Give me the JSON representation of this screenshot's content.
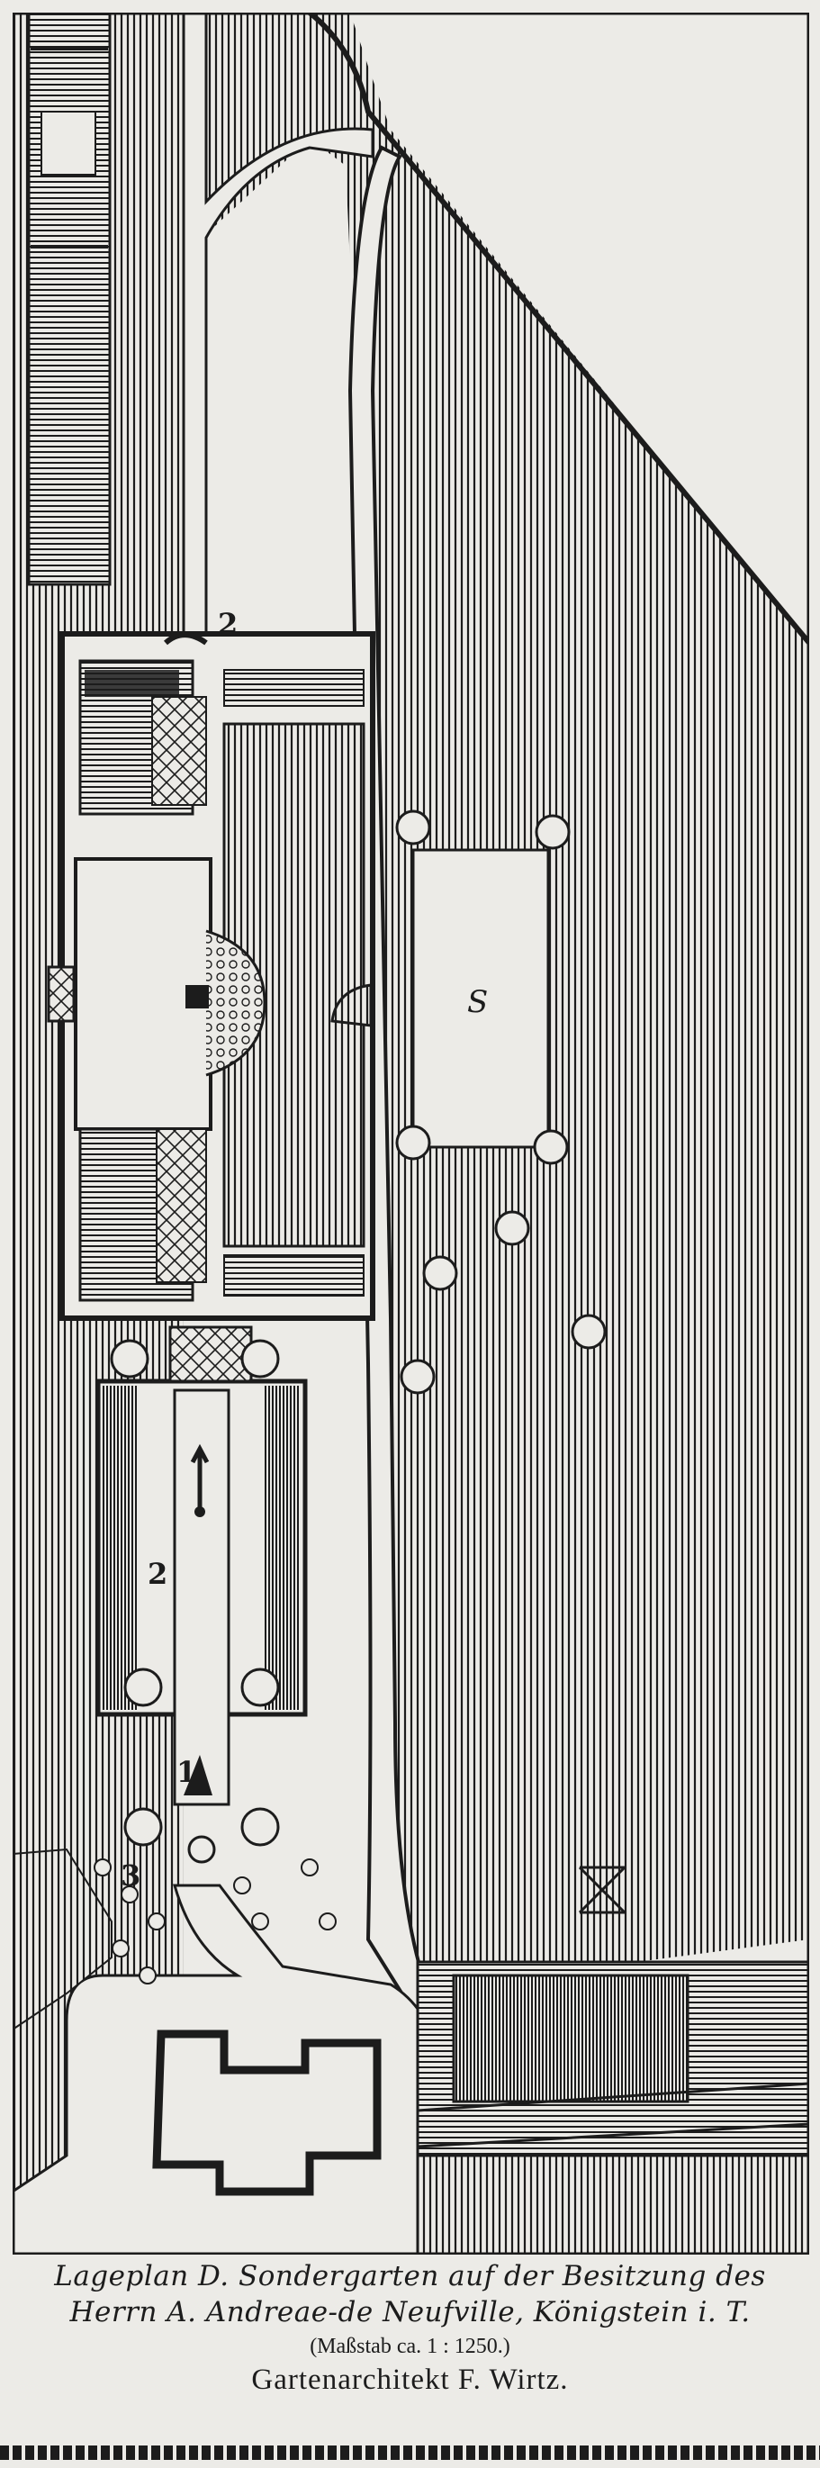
{
  "plan": {
    "labels": [
      "1",
      "2",
      "2",
      "3"
    ],
    "lawn_mark": "S"
  },
  "caption": {
    "line1": "Lageplan D.  Sondergarten auf der Besitzung des",
    "line2": "Herrn A. Andreae-de Neufville, Königstein i. T.",
    "scale": "(Maßstab ca. 1 : 1250.)",
    "architect": "Gartenarchitekt F. Wirtz."
  },
  "colors": {
    "ink": "#1c1c1c",
    "paper": "#ecebe7"
  }
}
